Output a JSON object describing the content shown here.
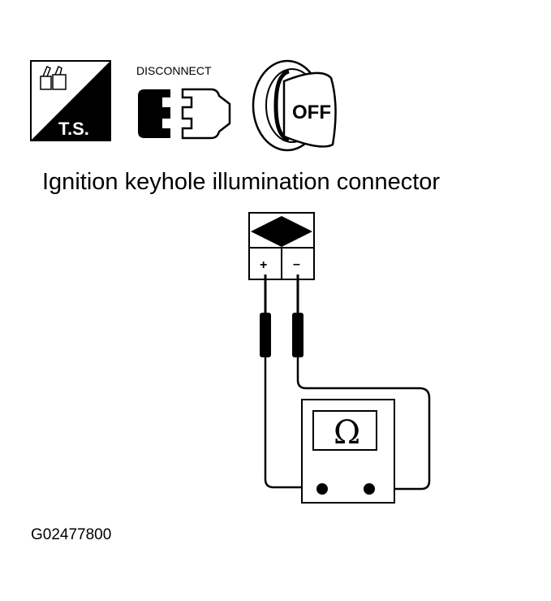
{
  "icons": {
    "ts_label": "T.S.",
    "disconnect_label": "DISCONNECT",
    "key_label": "OFF"
  },
  "title": "Ignition keyhole illumination connector",
  "connector": {
    "pin_positive": "+",
    "pin_negative": "–"
  },
  "meter": {
    "symbol": "Ω"
  },
  "figure_code": "G02477800"
}
